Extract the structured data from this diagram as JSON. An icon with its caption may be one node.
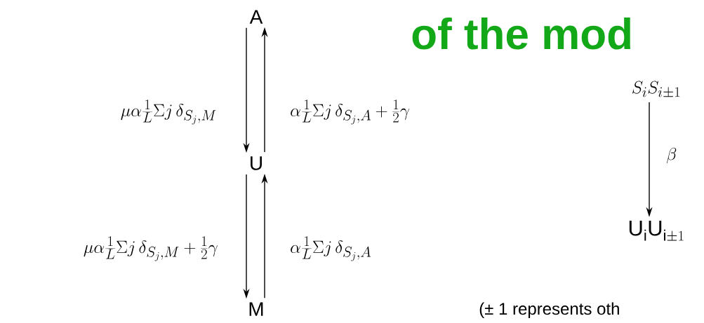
{
  "diagram": {
    "title": "of the mod",
    "nodes": [
      {
        "text": [
          "A"
        ]
      },
      {
        "text": [
          "U"
        ]
      },
      {
        "text": [
          "M"
        ]
      },
      {
        "text": [
          "S_iS_{i\\pm 1}"
        ]
      },
      {
        "text": [
          "\\mathrm{U}_{\\mathrm{i}}\\mathrm{U}_{\\mathrm{i}\\pm 1}"
        ]
      }
    ],
    "edges": [
      {
        "from": 0,
        "to": 1,
        "arrow": "to",
        "label": "\\mu\\alpha\\frac{1}{L}\\Sigma j\\,\\delta_{S_j,M}"
      },
      {
        "from": 1,
        "to": 0,
        "arrow": "to",
        "label": "\\alpha\\frac{1}{L}\\Sigma j\\,\\delta_{S_j,A}+\\frac{1}{2}\\gamma"
      },
      {
        "from": 1,
        "to": 2,
        "arrow": "to",
        "label": "\\mu\\alpha\\frac{1}{L}\\Sigma j\\,\\delta_{S_j,M}+\\frac{1}{2}\\gamma"
      },
      {
        "from": 2,
        "to": 1,
        "arrow": "to",
        "label": "\\alpha\\frac{1}{L}\\Sigma j\\,\\delta_{S_j,A}"
      },
      {
        "from": 3,
        "to": 4,
        "arrow": "to",
        "label": "\\beta"
      }
    ],
    "labels": [
      "(± 1 represents oth"
    ]
  }
}
